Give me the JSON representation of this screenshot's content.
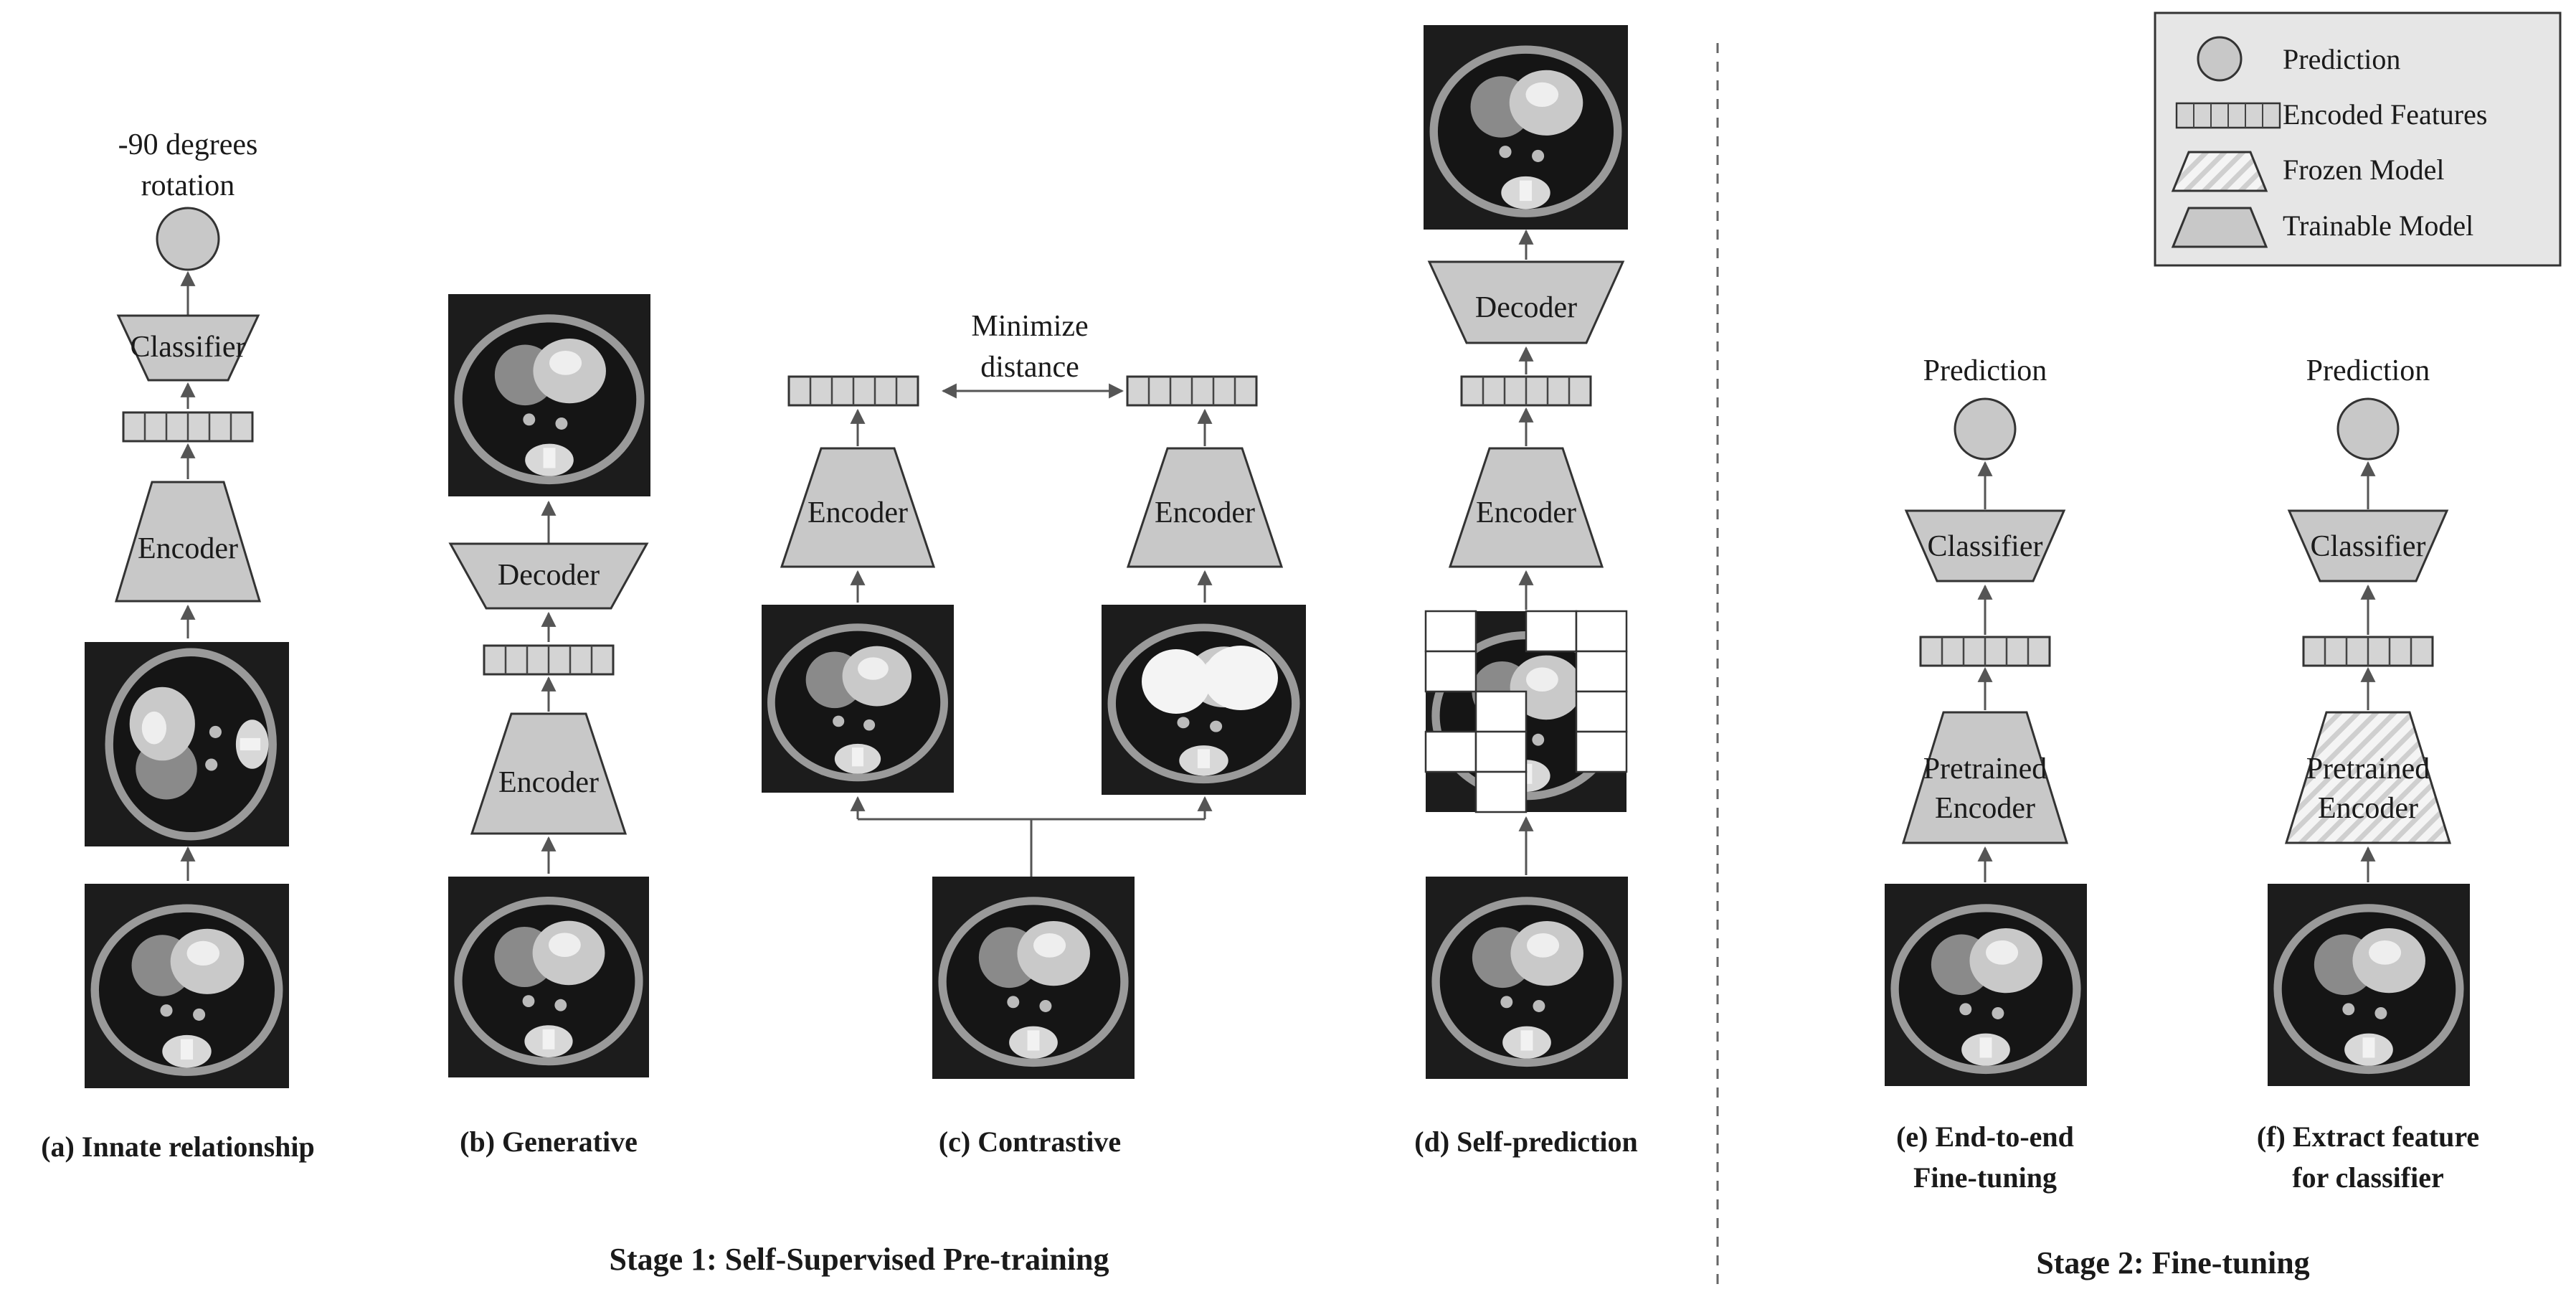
{
  "top_labels": {
    "rotation_line1": "-90 degrees",
    "rotation_line2": "rotation",
    "minimize_line1": "Minimize",
    "minimize_line2": "distance",
    "prediction_e": "Prediction",
    "prediction_f": "Prediction"
  },
  "model_labels": {
    "classifier": "Classifier",
    "encoder": "Encoder",
    "decoder": "Decoder",
    "pretrained_line1": "Pretrained",
    "pretrained_line2": "Encoder"
  },
  "captions": {
    "a": "(a) Innate relationship",
    "b": "(b) Generative",
    "c": "(c) Contrastive",
    "d": "(d) Self-prediction",
    "e_line1": "(e) End-to-end",
    "e_line2": "Fine-tuning",
    "f_line1": "(f) Extract feature",
    "f_line2": "for classifier"
  },
  "stages": {
    "stage1": "Stage 1:  Self-Supervised Pre-training",
    "stage2": "Stage 2: Fine-tuning"
  },
  "legend": {
    "items": [
      {
        "label": "Prediction",
        "icon": "circle-icon"
      },
      {
        "label": "Encoded Features",
        "icon": "feature-vector-icon"
      },
      {
        "label": "Frozen Model",
        "icon": "hatched-trapezoid-icon"
      },
      {
        "label": "Trainable Model",
        "icon": "trapezoid-icon"
      }
    ]
  },
  "colors": {
    "model_fill": "#c8c8c8",
    "stroke": "#333333",
    "hatch": "#e0e0e0",
    "legend_bg": "#e6e6e6"
  }
}
